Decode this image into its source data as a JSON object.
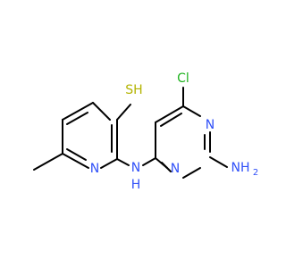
{
  "molecule": {
    "atoms": [
      {
        "name": "sh",
        "label": "SH",
        "color": "#b3b300"
      },
      {
        "name": "cl",
        "label": "Cl",
        "color": "#1fb31f"
      },
      {
        "name": "n-pyridine",
        "label": "N",
        "color": "#3050f8"
      },
      {
        "name": "n-pyrimidine-top",
        "label": "N",
        "color": "#3050f8"
      },
      {
        "name": "n-pyrimidine-bottom",
        "label": "N",
        "color": "#3050f8"
      },
      {
        "name": "nh-linker",
        "label": "N",
        "color": "#3050f8"
      },
      {
        "name": "nh-linker-h",
        "label": "H",
        "color": "#3050f8"
      },
      {
        "name": "nh2",
        "label": "NH",
        "color": "#3050f8"
      },
      {
        "name": "nh2-sub",
        "label": "2",
        "color": "#3050f8"
      }
    ]
  }
}
